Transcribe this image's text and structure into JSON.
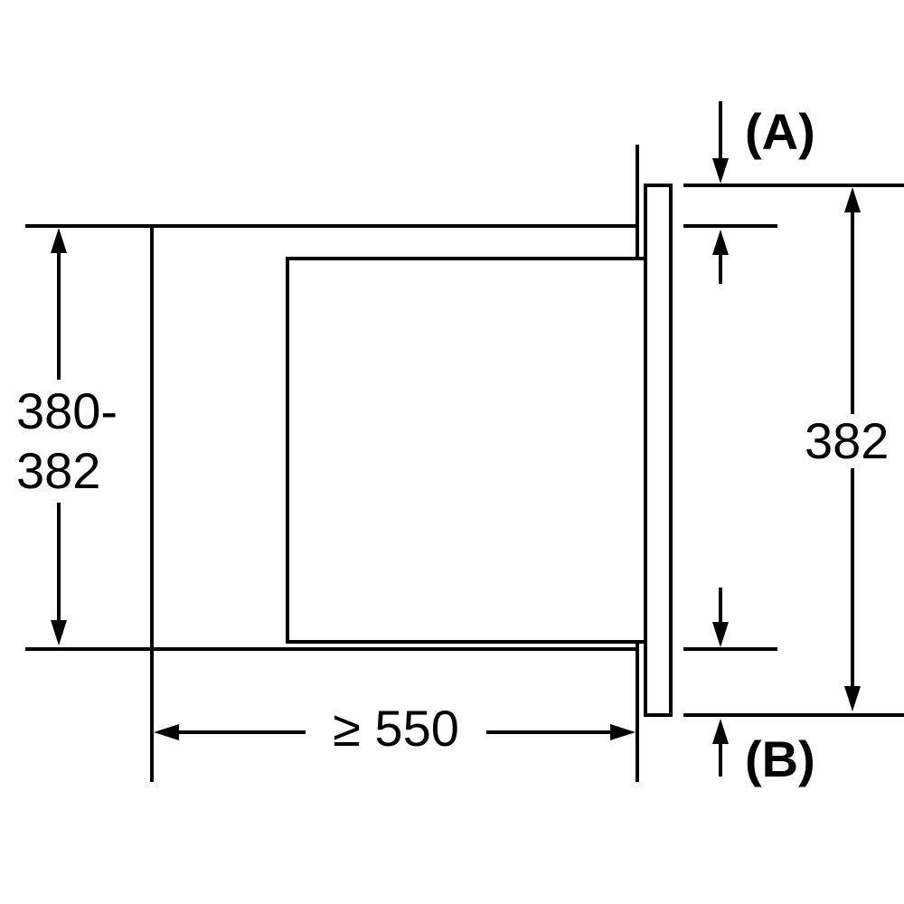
{
  "diagram": {
    "labels": {
      "dim_a": "(A)",
      "dim_b": "(B)",
      "frame_height": "382",
      "niche_height_line1": "380-",
      "niche_height_line2": "382",
      "niche_depth": "≥ 550"
    },
    "colors": {
      "line": "#000000",
      "background": "#ffffff"
    }
  }
}
